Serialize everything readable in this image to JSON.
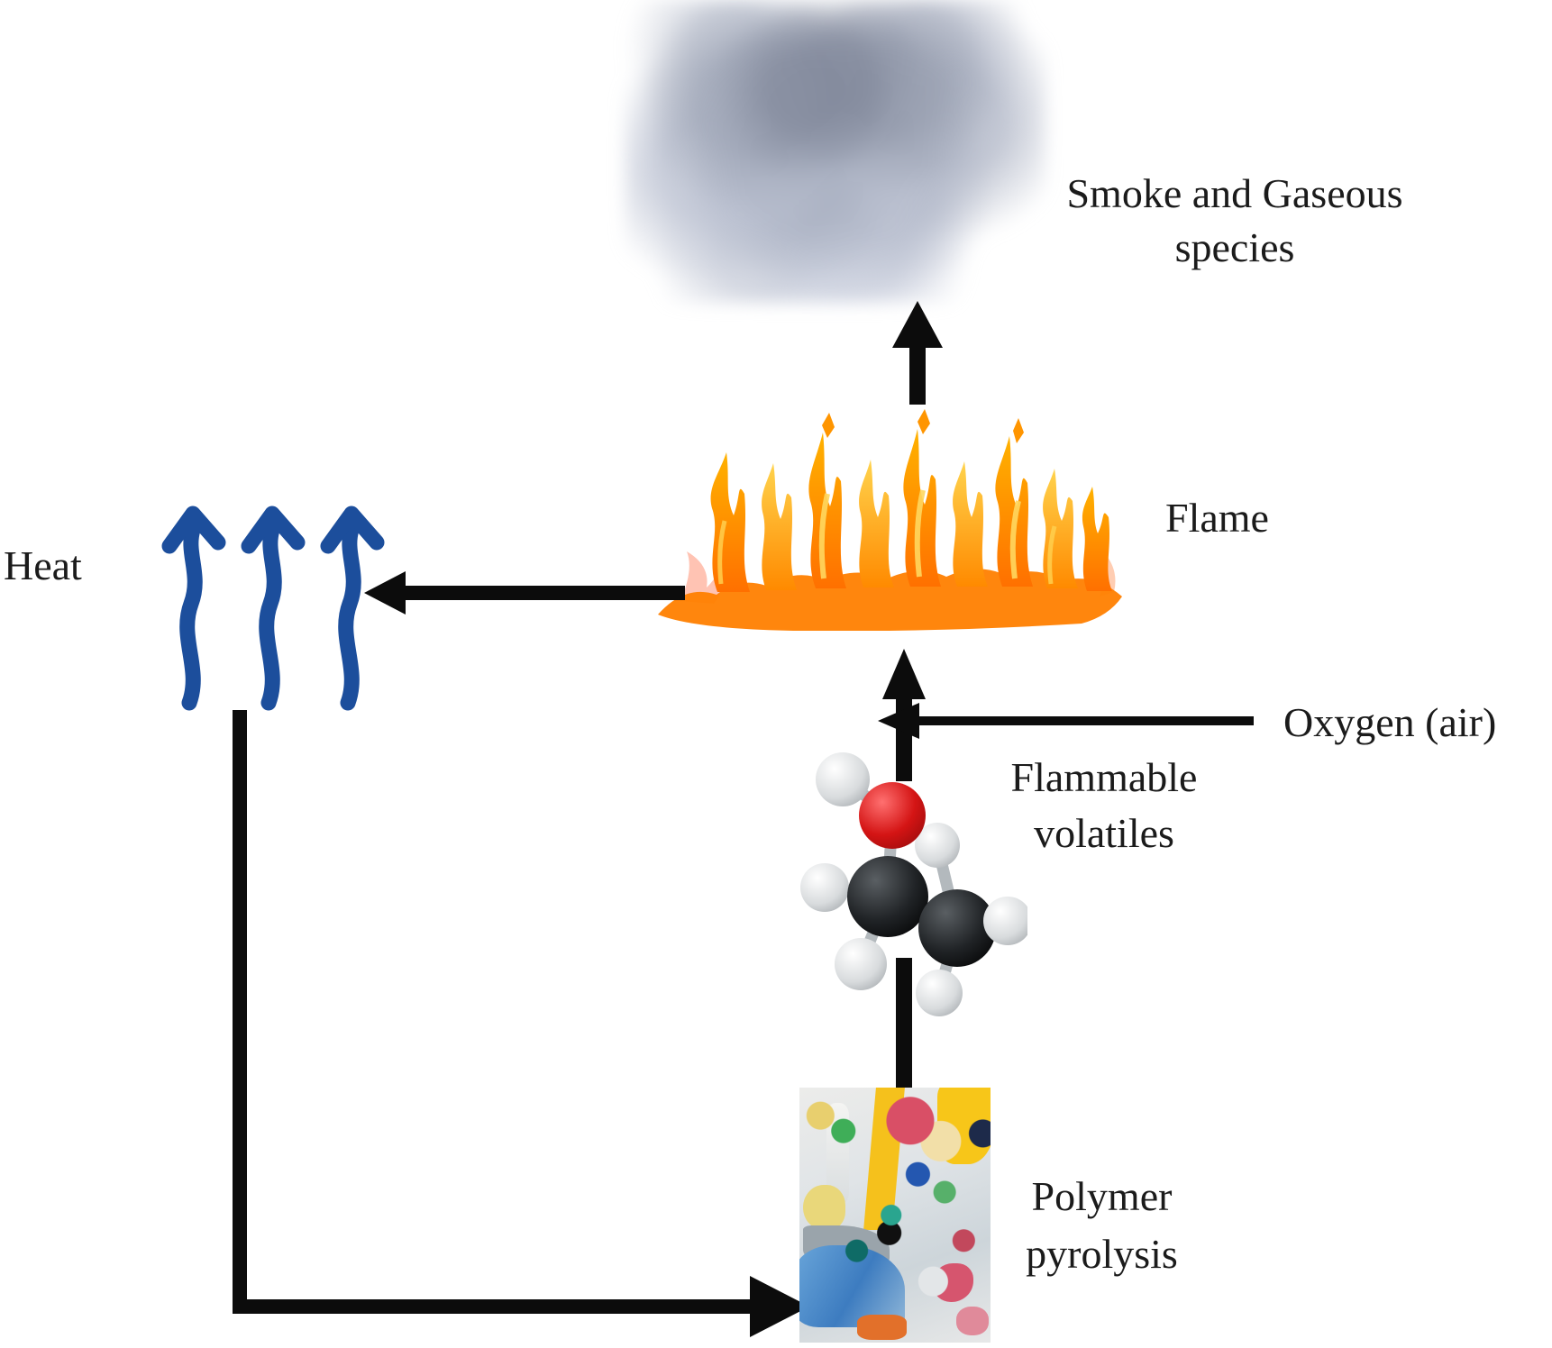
{
  "labels": {
    "smoke_line1": "Smoke and Gaseous",
    "smoke_line2": "species",
    "flame": "Flame",
    "heat": "Heat",
    "oxygen": "Oxygen (air)",
    "volatiles_line1": "Flammable",
    "volatiles_line2": "volatiles",
    "polymer_line1": "Polymer",
    "polymer_line2": "pyrolysis"
  },
  "images": {
    "smoke_cloud": "gray smoke cloud",
    "flame": "orange fire flames",
    "molecule": "ethanol ball-and-stick molecule",
    "plastic": "pile of colorful plastic waste bottles"
  },
  "colors": {
    "heat_arrow_blue": "#1c4e9c",
    "flow_arrow_black": "#0c0c0c",
    "flame_orange": "#ff8a00",
    "flame_yellow": "#ffd75e",
    "smoke_gray": "#aab1c0",
    "text": "#1b1b1b",
    "oxygen_red": "#d41414",
    "carbon_black": "#17191b"
  }
}
